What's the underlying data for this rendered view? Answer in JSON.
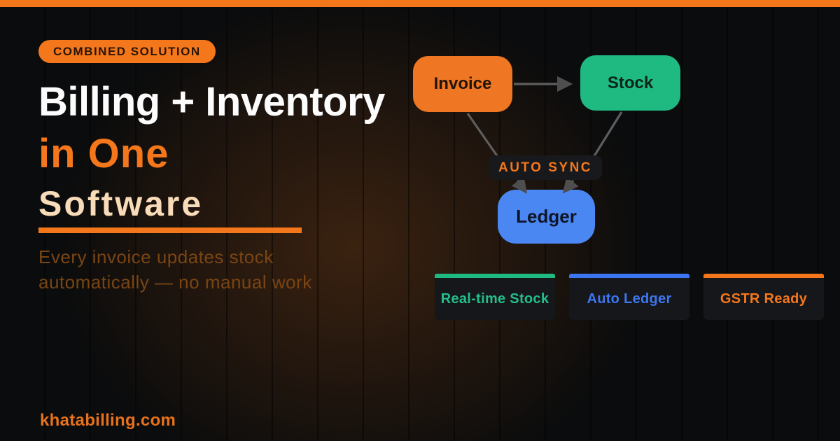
{
  "colors": {
    "accent_orange": "#F5771B",
    "heading_white": "#FCFCFC",
    "heading_cream": "#F8DBB8",
    "subtitle_brown": "#7A4513",
    "invoice_orange": "#EF7623",
    "stock_green": "#1FBA82",
    "ledger_blue": "#4B87F2",
    "card_blue_text": "#3D76EE",
    "connector_gray": "#5E5E5E",
    "background": "#0B0C0D"
  },
  "badge": {
    "label": "COMBINED SOLUTION"
  },
  "heading": {
    "line1": "Billing + Inventory",
    "line2": "in One",
    "line3": "Software"
  },
  "subtitle": "Every invoice updates stock automatically — no manual work",
  "diagram": {
    "nodes": [
      {
        "id": "invoice",
        "label": "Invoice",
        "color": "#EF7623"
      },
      {
        "id": "stock",
        "label": "Stock",
        "color": "#1FBA82"
      },
      {
        "id": "ledger",
        "label": "Ledger",
        "color": "#4B87F2"
      }
    ],
    "sync_label": "AUTO SYNC",
    "edges": [
      {
        "from": "invoice",
        "to": "stock"
      },
      {
        "from": "invoice",
        "to": "ledger"
      },
      {
        "from": "stock",
        "to": "ledger"
      }
    ]
  },
  "features": [
    {
      "label": "Real-time Stock",
      "color": "#1FBA82"
    },
    {
      "label": "Auto Ledger",
      "color": "#3D76EE"
    },
    {
      "label": "GSTR Ready",
      "color": "#F5771B"
    }
  ],
  "footer": {
    "url": "khatabilling.com"
  }
}
